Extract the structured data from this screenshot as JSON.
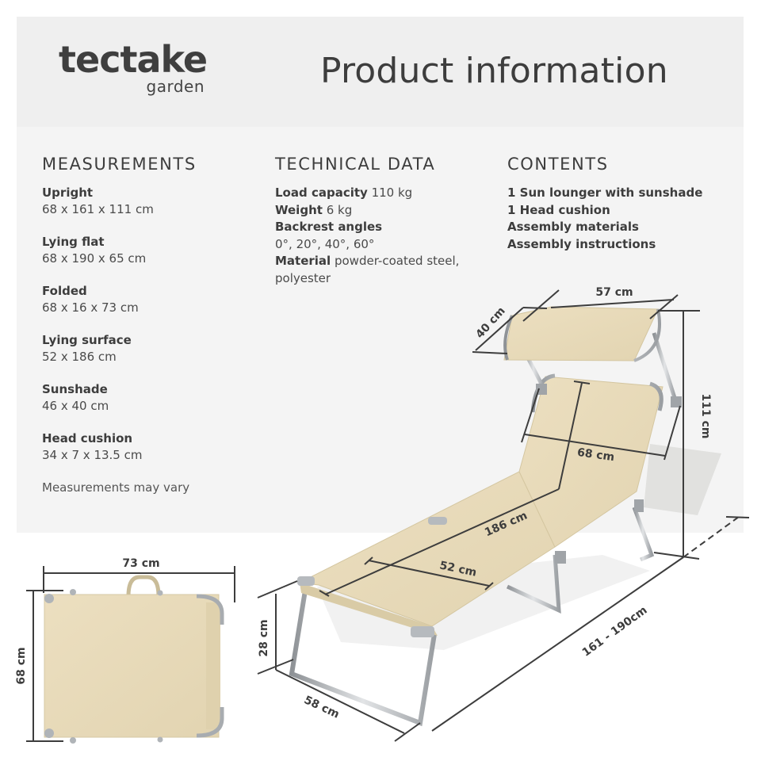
{
  "brand": {
    "name": "tectake",
    "sub": "garden"
  },
  "header": {
    "title": "Product information"
  },
  "measurements": {
    "title": "MEASUREMENTS",
    "items": [
      {
        "label": "Upright",
        "value": "68 x 161 x 111 cm"
      },
      {
        "label": "Lying flat",
        "value": "68 x 190 x 65 cm"
      },
      {
        "label": "Folded",
        "value": "68 x 16 x 73 cm"
      },
      {
        "label": "Lying surface",
        "value": "52 x 186 cm"
      },
      {
        "label": "Sunshade",
        "value": "46 x 40 cm"
      },
      {
        "label": "Head cushion",
        "value": "34 x 7 x 13.5 cm"
      }
    ],
    "note": "Measurements may vary"
  },
  "technical": {
    "title": "TECHNICAL DATA",
    "load_label": "Load capacity",
    "load_value": "110 kg",
    "weight_label": "Weight",
    "weight_value": "6 kg",
    "angles_label": "Backrest angles",
    "angles_value": "0°, 20°, 40°, 60°",
    "material_label": "Material",
    "material_value": "powder-coated steel,",
    "material_value2": "polyester"
  },
  "contents": {
    "title": "CONTENTS",
    "items": [
      "1 Sun lounger with sunshade",
      "1 Head cushion",
      "Assembly materials",
      "Assembly instructions"
    ]
  },
  "diagram": {
    "folded": {
      "width": "73 cm",
      "height": "68 cm"
    },
    "lounger": {
      "sunshade_width": "57 cm",
      "sunshade_depth": "40 cm",
      "total_height": "111 cm",
      "backrest_width": "68 cm",
      "surface_length": "186 cm",
      "surface_width": "52 cm",
      "leg_height": "28 cm",
      "frame_width": "58 cm",
      "length_range": "161 - 190cm"
    }
  },
  "colors": {
    "header_bg": "#efefef",
    "panel_bg": "#f4f4f4",
    "text": "#3d3d3d",
    "fabric": "#e6d9b8",
    "frame": "#b9bcc0"
  }
}
